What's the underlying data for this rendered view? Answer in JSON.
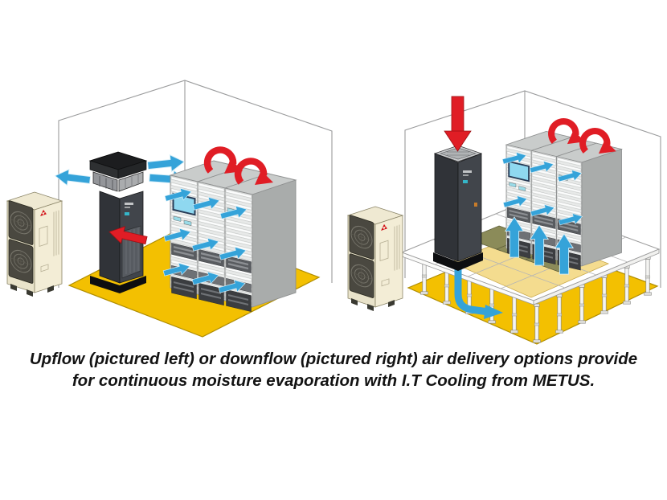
{
  "caption": {
    "line1": "Upflow (pictured left) or downflow (pictured right) air delivery options provide",
    "line2": "for continuous moisture evaporation with I.T Cooling from METUS."
  },
  "panels": [
    {
      "name": "upflow-room",
      "position": "left",
      "airflow_type": "Upflow",
      "components": [
        "outdoor-heat-pump-unit",
        "indoor-cooling-unit",
        "server-rack-row",
        "solid-yellow-floor"
      ],
      "arrows": {
        "cool_supply": "blue arrows out of unit top toward racks",
        "cool_into_racks": "nine small blue arrows into rack fronts",
        "hot_return": "red arrow into lower front of cooling unit",
        "hot_exhaust": "two red curved arrows rising from rack tops"
      }
    },
    {
      "name": "downflow-room",
      "position": "right",
      "airflow_type": "Downflow",
      "components": [
        "outdoor-heat-pump-unit",
        "indoor-cooling-unit",
        "server-rack-row",
        "raised-floor-on-pedestals",
        "underfloor-plenum",
        "perforated-tiles"
      ],
      "arrows": {
        "hot_return": "red arrow down into top of cooling unit",
        "cool_supply": "blue duct arrow under raised floor",
        "cool_into_racks": "blue up arrows through perforated tiles and six small blue arrows into rack fronts",
        "hot_exhaust": "two red curved arrows rising from rack tops"
      }
    }
  ],
  "icons": [
    {
      "name": "cool-air-arrow",
      "shape": "tapered straight arrow",
      "color": "#35A3D9"
    },
    {
      "name": "hot-air-arrow",
      "shape": "tapered straight arrow",
      "color": "#E01D25"
    },
    {
      "name": "hot-exhaust-hook-arrow",
      "shape": "curved hook arrow",
      "color": "#E01D25"
    },
    {
      "name": "underfloor-duct-arrow",
      "shape": "bent thick arrow",
      "color": "#35A3D9"
    },
    {
      "name": "mitsubishi-logo",
      "shape": "three small red triangles",
      "color": "#D31118"
    }
  ],
  "colors": {
    "floor_yellow": "#F3C001",
    "raised_tile_pale_yellow": "#F4DC8F",
    "perforated_tile_olive": "#8B8B59",
    "cool_blue": "#35A3D9",
    "hot_red": "#E01D25",
    "outdoor_unit_beige": "#EFE9D2",
    "rack_gray": "#C9CCCB",
    "cooling_unit_dark": "#303338",
    "wall_line_gray": "#9A9B9C",
    "caption_text": "#131313"
  }
}
